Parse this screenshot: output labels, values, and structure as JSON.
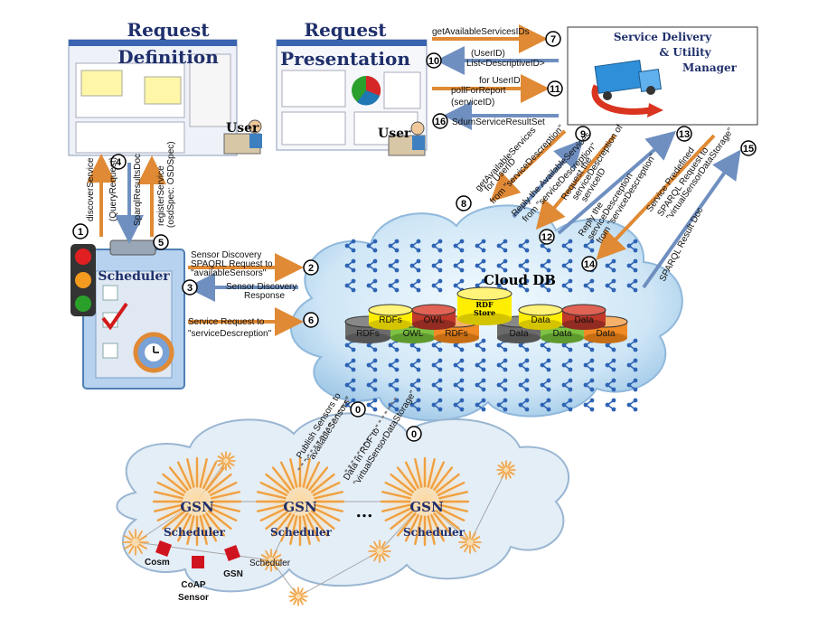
{
  "panels": {
    "request_definition": {
      "title_line1": "Request",
      "title_line2": "Definition",
      "user": "User"
    },
    "request_presentation": {
      "title_line1": "Request",
      "title_line2": "Presentation",
      "user": "User"
    },
    "service_delivery": {
      "line1": "Service Delivery",
      "line2": "& Utility",
      "line3": "Manager"
    },
    "scheduler": {
      "title": "Scheduler"
    },
    "cloud_db": {
      "title": "Cloud DB",
      "store_line1": "RDF",
      "store_line2": "Store",
      "cylinders_top": [
        "RDFs",
        "OWL",
        "Data",
        "Data"
      ],
      "cylinders_bottom": [
        "RDFs",
        "OWL",
        "RDFs",
        "Data",
        "Data",
        "Data"
      ]
    },
    "gsn_cloud": {
      "nodes": [
        {
          "name": "GSN",
          "sub": "Scheduler"
        },
        {
          "name": "GSN",
          "sub": "Scheduler"
        },
        {
          "name": "GSN",
          "sub": "Scheduler"
        }
      ],
      "ellipsis": "...",
      "cosm": "Cosm",
      "coap_line1": "CoAP",
      "coap_line2": "Sensor",
      "small_gsn": "GSN",
      "small_sched": "Scheduler"
    }
  },
  "arrows": {
    "a1": {
      "num": "1",
      "line1": "discoverService",
      "line2": "(QueryRequest)"
    },
    "a4": {
      "num": "4",
      "text": "SparqlResultsDoc"
    },
    "a5": {
      "num": "5",
      "line1": "registerService",
      "line2": "(osdSpec: OSDSpec)"
    },
    "a2": {
      "num": "2",
      "line1": "Sensor Discovery",
      "line2": "SPAQRL Request to",
      "line3": "\"availableSensors\""
    },
    "a3": {
      "num": "3",
      "line1": "Sensor Discovery",
      "line2": "Response"
    },
    "a6": {
      "num": "6",
      "line1": "Service Request to",
      "line2": "\"serviceDescreption\""
    },
    "a7": {
      "num": "7",
      "text": "getAvailableServicesIDs"
    },
    "a10": {
      "num": "10",
      "line1": "(UserID)",
      "line2": "List<DescriptiveID>"
    },
    "a11": {
      "num": "11",
      "line1": "for UserID",
      "line2": "pollForReport",
      "line3": "(serviceID)"
    },
    "a16": {
      "num": "16",
      "text": "SdumServiceResultSet"
    },
    "a8": {
      "num": "8",
      "line1": "getAvailableServices",
      "line2": "for UserID",
      "line3": "from \"serviceDescreption\""
    },
    "a9": {
      "num": "9",
      "line1": "Reply the AvailableServices",
      "line2": "from \"serviceDescreption\""
    },
    "a12": {
      "num": "12",
      "line1": "Request the",
      "line2": "serviceDescreption of",
      "line3": "serviceID"
    },
    "a13": {
      "num": "13",
      "line1": "Reply the",
      "line2": "serviceDescreption",
      "line3": "from \"serviceDescreption\""
    },
    "a14": {
      "num": "14",
      "line1": "Service Predefined",
      "line2": "SPARQL Request to",
      "line3": "\"virtualSensorDataStorage\""
    },
    "a15": {
      "num": "15",
      "text": "SPARQL Result Doc"
    },
    "a0a": {
      "num": "0",
      "line1": "Publish Sensors to",
      "line2": "\"availableSensors\""
    },
    "a0b": {
      "num": "0",
      "line1": "Data in RDF to",
      "line2": "\"virtualSensorDataStorage\""
    }
  },
  "colors": {
    "arrow_orange": "#e08a35",
    "arrow_blue": "#6f8fc0",
    "cloud_fill": "#d9ecf8",
    "cylinder_yellow": "#ffee00",
    "cylinder_red": "#c0392b",
    "cylinder_green": "#7dc242",
    "cylinder_orange": "#f08a24",
    "cylinder_gray": "#6b6b6b",
    "title_navy": "#1f2f6b"
  }
}
